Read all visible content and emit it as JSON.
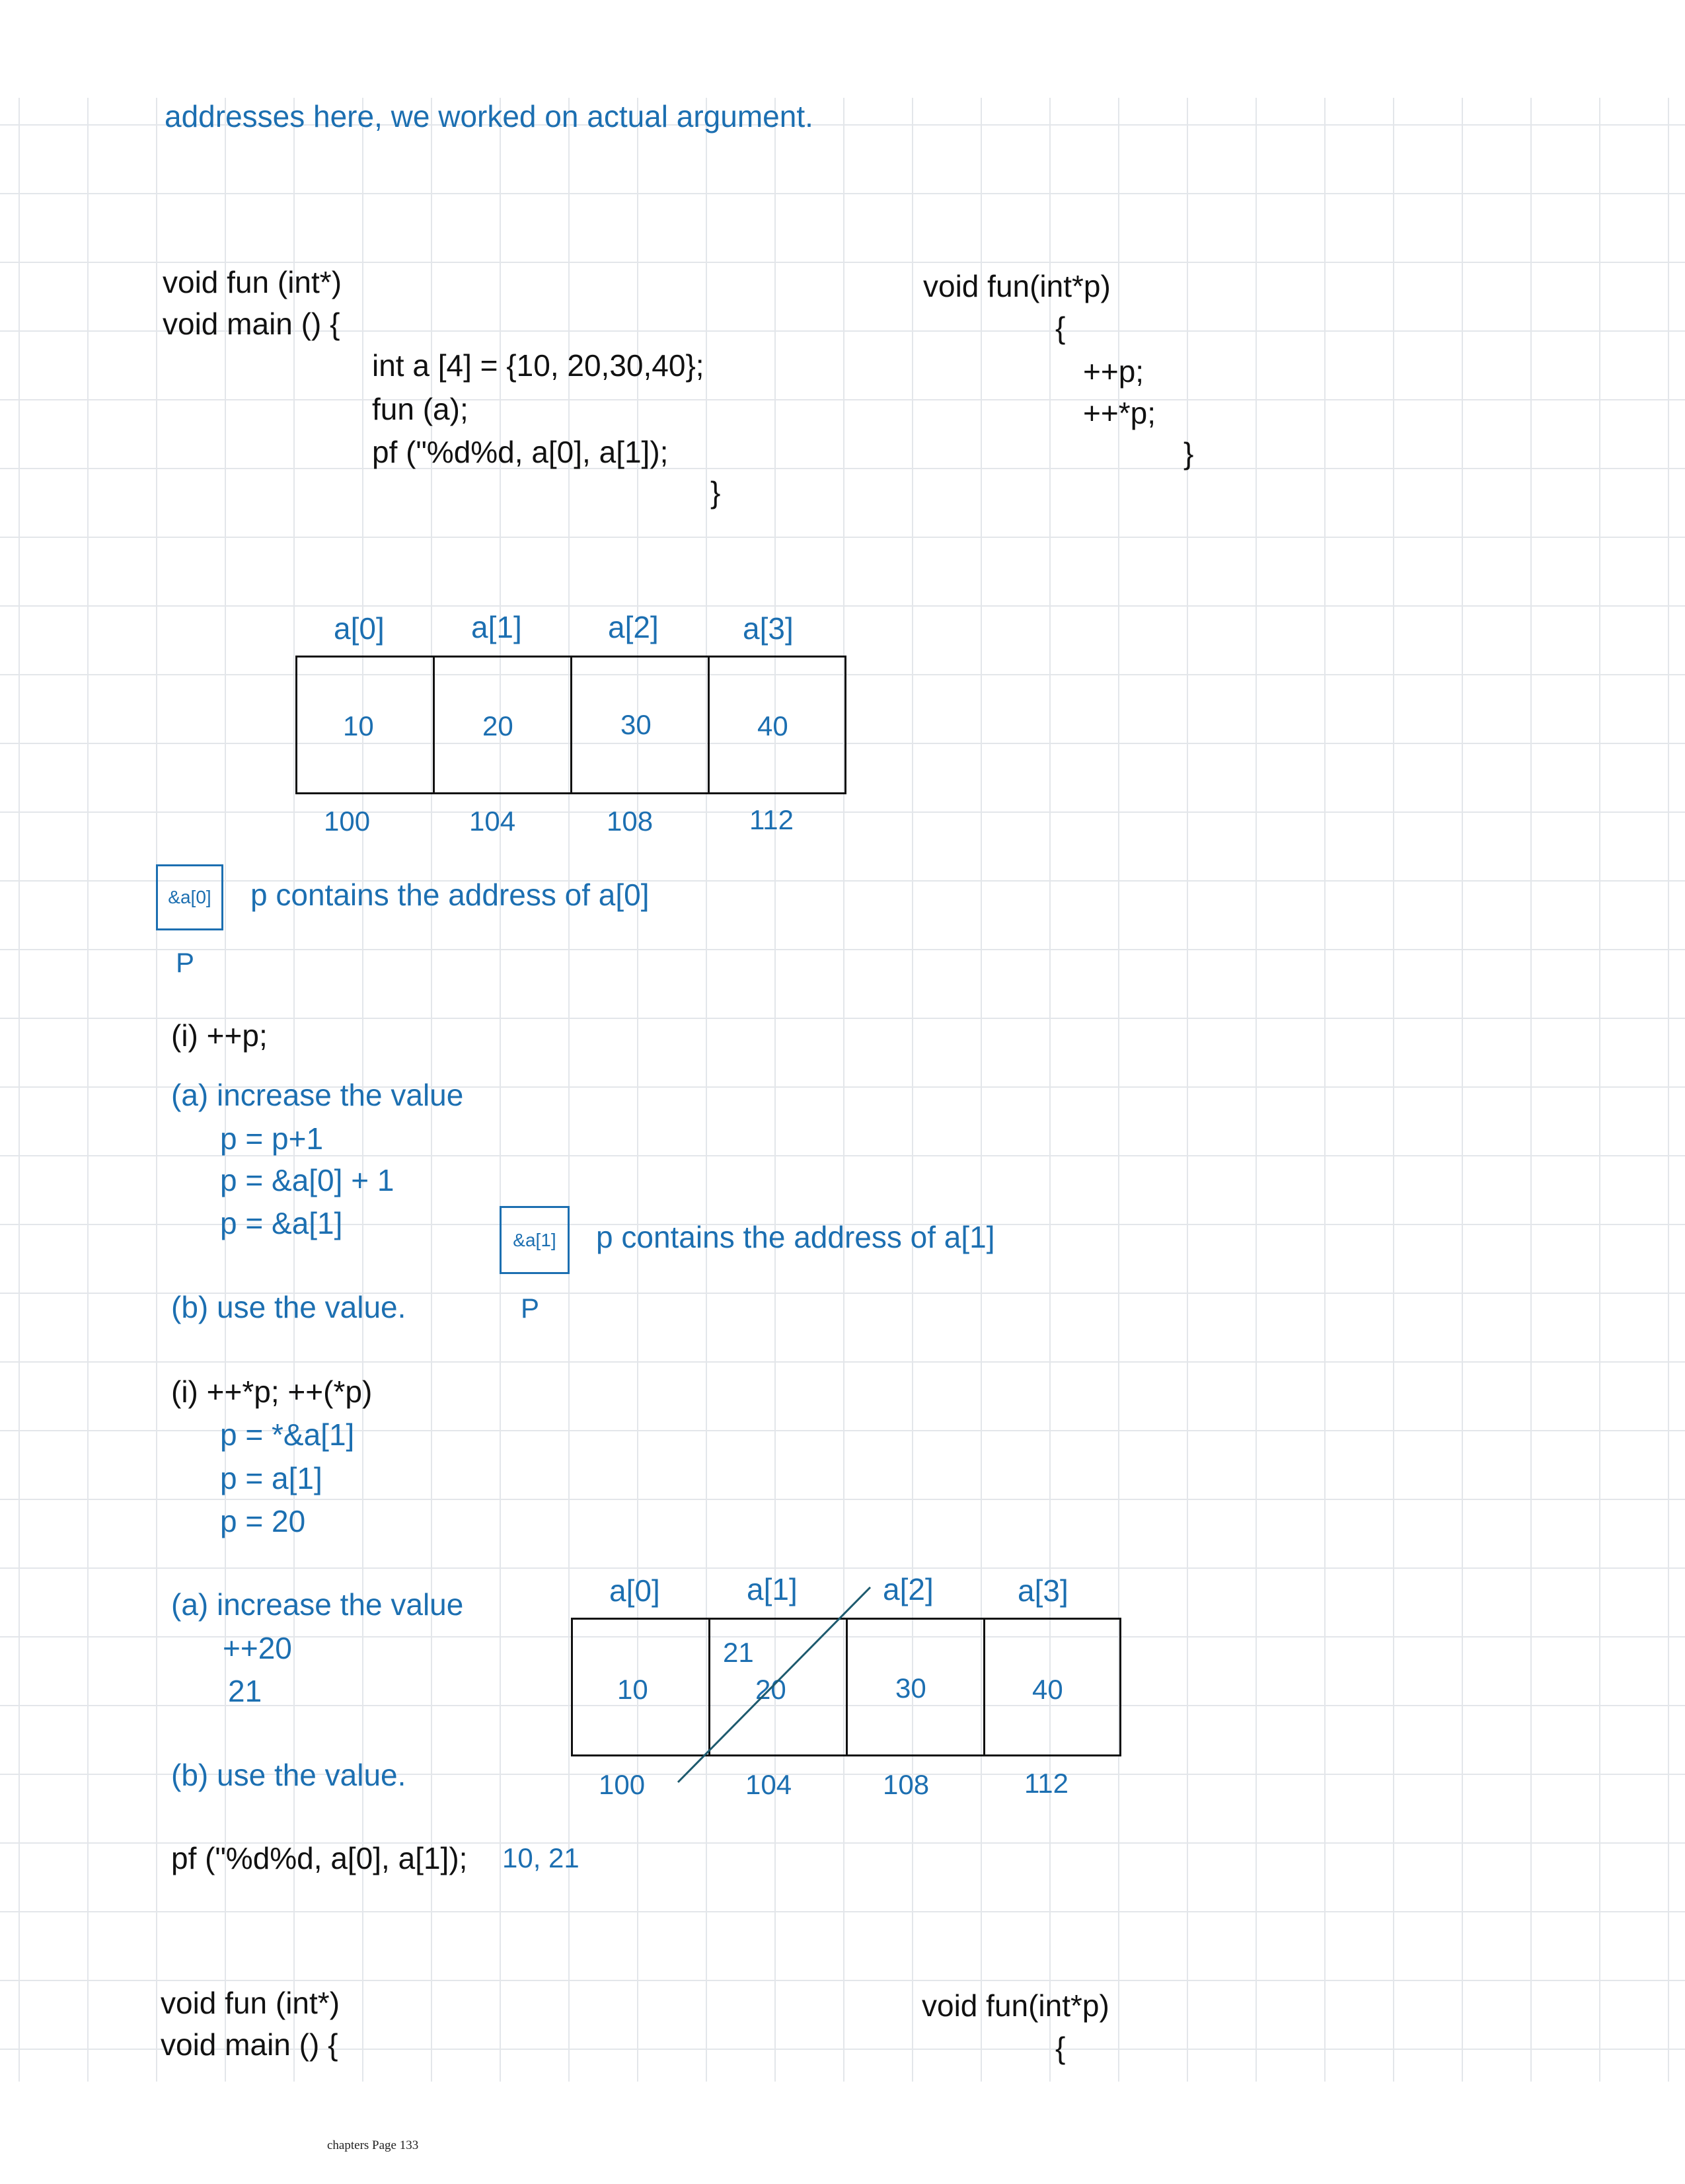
{
  "intro": "addresses here, we worked on actual argument.",
  "code1": {
    "proto": "void fun (int*)",
    "main": "void main () {",
    "decl": "int a [4] = {10, 20,30,40};",
    "call": "fun (a);",
    "print": "pf (\"%d%d, a[0], a[1]);",
    "close": "}"
  },
  "fun1": {
    "sig": "void fun(int*p)",
    "open": "{",
    "s1": "++p;",
    "s2": "++*p;",
    "close": "}"
  },
  "array1": {
    "labels": [
      "a[0]",
      "a[1]",
      "a[2]",
      "a[3]"
    ],
    "values": [
      "10",
      "20",
      "30",
      "40"
    ],
    "addresses": [
      "100",
      "104",
      "108",
      "112"
    ]
  },
  "ptr1": {
    "box": "&a[0]",
    "text": "p contains the address of a[0]",
    "name": "P"
  },
  "step1": {
    "title": "(i) ++p;",
    "a": "(a) increase the value",
    "l1": "p = p+1",
    "l2": "p = &a[0] + 1",
    "l3": "p = &a[1]",
    "b": "(b) use the value."
  },
  "ptr2": {
    "box": "&a[1]",
    "text": "p contains the address of a[1]",
    "name": "P"
  },
  "step2": {
    "title": "(i) ++*p; ++(*p)",
    "l1": "p = *&a[1]",
    "l2": "p = a[1]",
    "l3": "p = 20",
    "a": "(a) increase the value",
    "a1": "++20",
    "a2": "21",
    "b": "(b) use the value."
  },
  "array2": {
    "labels": [
      "a[0]",
      "a[1]",
      "a[2]",
      "a[3]"
    ],
    "values": [
      "10",
      "20",
      "30",
      "40"
    ],
    "new_value": "21",
    "addresses": [
      "100",
      "104",
      "108",
      "112"
    ]
  },
  "result": {
    "code": "pf (\"%d%d, a[0], a[1]);",
    "output": "10, 21"
  },
  "code2": {
    "proto": "void fun (int*)",
    "main": "void main () {",
    "sig": "void fun(int*p)",
    "open": "{"
  },
  "footer": "chapters Page 133"
}
